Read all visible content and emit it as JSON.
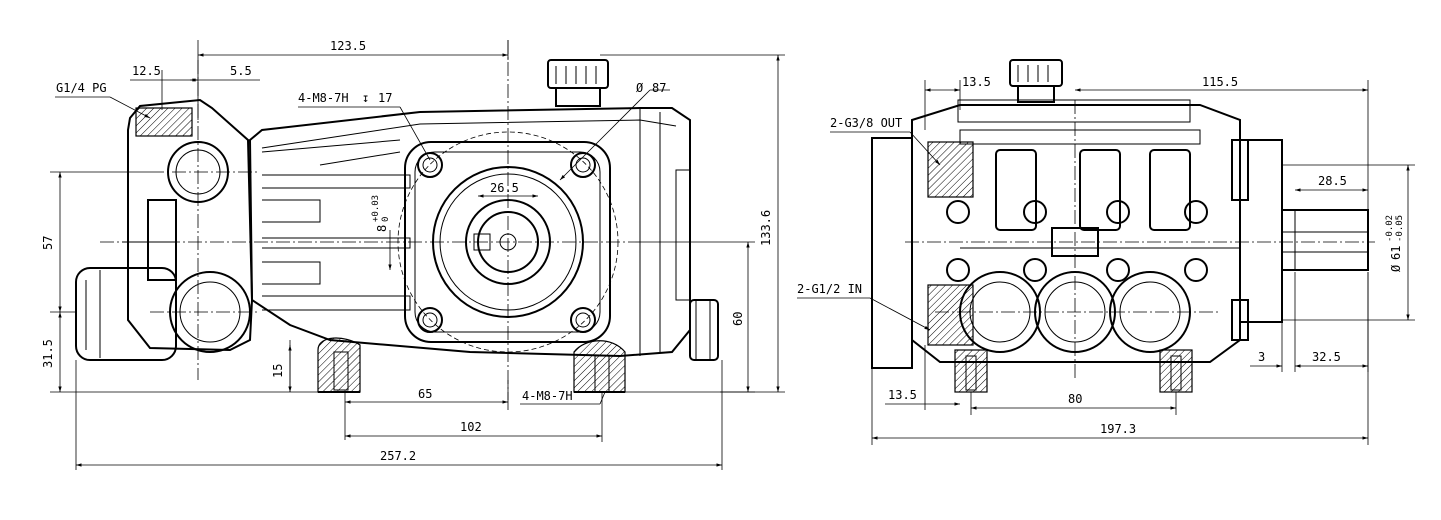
{
  "side_view": {
    "labels": {
      "port_g14": "G1/4 PG",
      "tapped_holes_top": "4-M8-7H",
      "depth": "17",
      "diameter_87": "87",
      "tapped_holes_bottom": "4-M8-7H"
    },
    "dimensions": {
      "d123_5": "123.5",
      "d12_5": "12.5",
      "d5_5": "5.5",
      "d26_5": "26.5",
      "d8": "8",
      "d8_tol_upper": "+0.03",
      "d8_tol_lower": "0",
      "d57": "57",
      "d31_5": "31.5",
      "d15": "15",
      "d65": "65",
      "d102": "102",
      "d257_2": "257.2",
      "d60": "60",
      "d133_6": "133.6"
    }
  },
  "end_view": {
    "labels": {
      "outlet": "2-G3/8 OUT",
      "inlet": "2-G1/2 IN"
    },
    "dimensions": {
      "d13_5_top": "13.5",
      "d115_5": "115.5",
      "d28_5": "28.5",
      "d61": "61",
      "d61_tol_upper": "-0.02",
      "d61_tol_lower": "-0.05",
      "d3": "3",
      "d32_5": "32.5",
      "d13_5_bottom": "13.5",
      "d80": "80",
      "d197_3": "197.3"
    }
  }
}
